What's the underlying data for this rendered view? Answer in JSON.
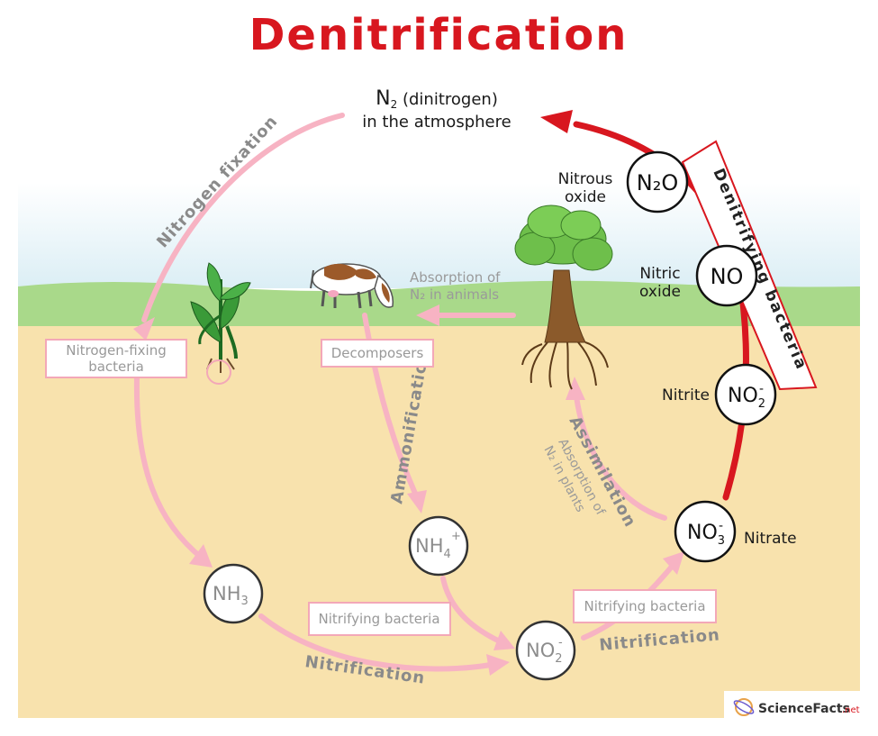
{
  "title": "Denitrification",
  "atmosphere": {
    "line1_sub": "2",
    "line1_rest": " (dinitrogen)",
    "line1_prefix": "N",
    "line2": "in the atmosphere"
  },
  "processes": {
    "nitrogen_fixation": "Nitrogen fixation",
    "ammonification": "Ammonification",
    "nitrification_1": "Nitrification",
    "nitrification_2": "Nitrification",
    "assimilation": "Assimilation",
    "assimilation_sub_1": "Absorption of",
    "assimilation_sub_2": "N₂ in plants",
    "animal_absorption_1": "Absorption of",
    "animal_absorption_2": "N₂ in animals",
    "denitrifying_bacteria": "Denitrifying bacteria"
  },
  "boxes": {
    "nitrogen_fixing_1": "Nitrogen-fixing",
    "nitrogen_fixing_2": "bacteria",
    "decomposers": "Decomposers",
    "nitrifying_1": "Nitrifying bacteria",
    "nitrifying_2": "Nitrifying bacteria"
  },
  "compounds": {
    "n2o": {
      "label": "N₂O",
      "name_1": "Nitrous",
      "name_2": "oxide"
    },
    "no": {
      "label": "NO",
      "name_1": "Nitric",
      "name_2": "oxide"
    },
    "no2_red": {
      "base": "NO",
      "sub": "2",
      "sup": "-",
      "name": "Nitrite"
    },
    "no3": {
      "base": "NO",
      "sub": "3",
      "sup": "-",
      "name": "Nitrate"
    },
    "nh3": {
      "base": "NH",
      "sub": "3"
    },
    "nh4": {
      "base": "NH",
      "sub": "4",
      "sup": "+"
    },
    "no2_gray": {
      "base": "NO",
      "sub": "2",
      "sup": "-"
    }
  },
  "logo": {
    "text": "ScienceFacts",
    "suffix": ".net"
  },
  "colors": {
    "red": "#d8171f",
    "pink": "#f7b3c3",
    "soil": "#f8e2ad",
    "grass": "#a9d98a"
  }
}
